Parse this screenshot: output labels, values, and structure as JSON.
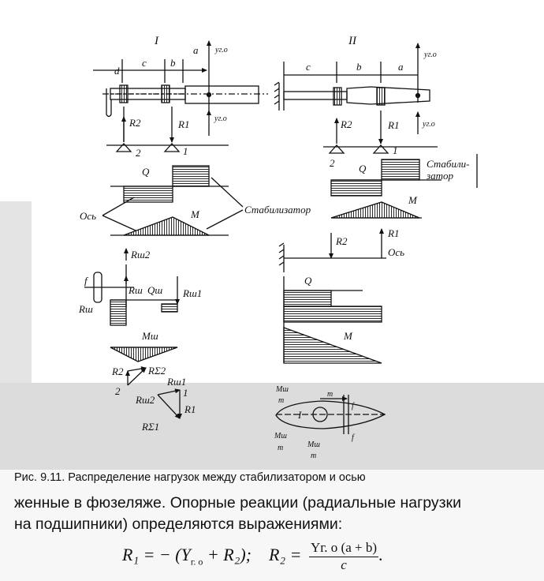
{
  "figure": {
    "roman_numerals": [
      "I",
      "II"
    ],
    "labels": {
      "d": "d",
      "c1": "c",
      "b1": "b",
      "a1": "a",
      "yg1": "yг.о",
      "yg1b": "yг.о",
      "R2a": "R2",
      "R1a": "R1",
      "n2a": "2",
      "n1a": "1",
      "Q1": "Q",
      "M1": "M",
      "os1": "Ось",
      "stab1": "Стабилизатор",
      "c2": "c",
      "b2": "b",
      "a2": "a",
      "yg2": "yг.о",
      "yg2b": "yг.о",
      "R2b": "R2",
      "R1b": "R1",
      "n2b": "2",
      "n1b": "1",
      "Q2": "Q",
      "stab2a": "Стабили-",
      "stab2b": "затор",
      "M2": "M",
      "R2c": "R2",
      "R1c": "R1",
      "os2": "Ось",
      "Q3": "Q",
      "M3": "M",
      "Rsh2": "Rш2",
      "Rsh1": "Rш1",
      "Rsh": "Rш",
      "Rsh_b": "Rш",
      "Qsh": "Qш",
      "f1": "f",
      "Msh": "Mш",
      "vR2": "R2",
      "vRz2": "RΣ2",
      "vR1": "R1",
      "vRsh1": "Rш1",
      "vRsh2": "Rш2",
      "vRz1": "RΣ1",
      "v2": "2",
      "v1": "1",
      "mMsh1": "Mш",
      "mm1": "m",
      "mm2": "m",
      "mI": "I",
      "mf": "f",
      "mf2": "f",
      "mMsh2": "Mш",
      "mm3": "m",
      "mMsh3": "Mш",
      "mm4": "m"
    }
  },
  "caption": "Рис. 9.11. Распределение нагрузок между стабилизатором и осью",
  "paragraph": {
    "line1": "женные в фюзеляже. Опорные реакции (радиальные нагрузки",
    "line2": "на подшипники) определяются выражениями:"
  },
  "formula": {
    "r1_lhs": "R₁ = − (Y",
    "r1_sub": "г. о",
    "r1_rhs": " + R₂);",
    "r2_lhs": "R₂ = ",
    "r2_num": "Yг. о (a + b)",
    "r2_den": "c",
    "r2_end": "."
  }
}
